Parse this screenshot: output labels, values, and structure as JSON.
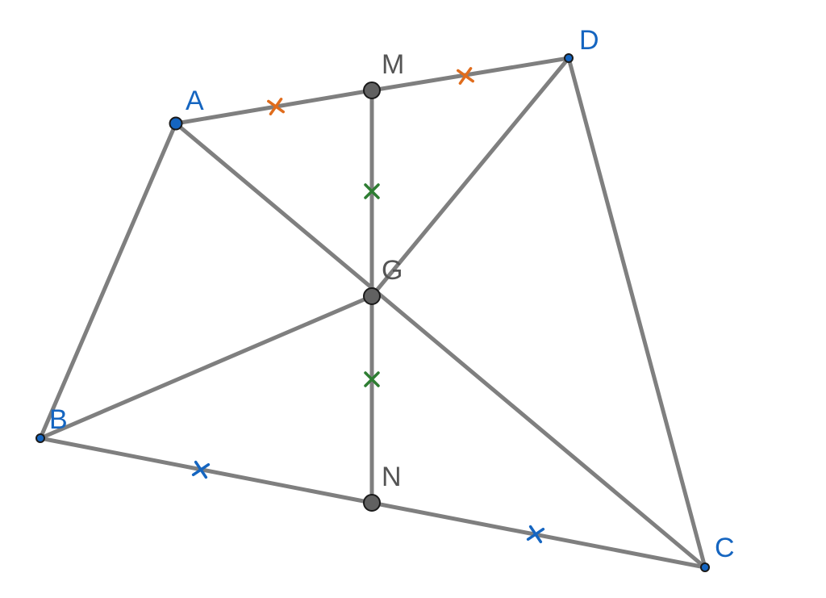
{
  "figure": {
    "colors": {
      "segment": "#7f7f7f",
      "free_point_fill": "#1565c0",
      "free_point_label": "#1565c0",
      "dependent_point_fill": "#616161",
      "dependent_point_label": "#555555",
      "tick_AD": "#e06c1c",
      "tick_MN": "#2e7d32",
      "tick_BC": "#1565c0"
    },
    "points": {
      "A": {
        "label": "A",
        "kind": "free"
      },
      "B": {
        "label": "B",
        "kind": "free"
      },
      "C": {
        "label": "C",
        "kind": "free"
      },
      "D": {
        "label": "D",
        "kind": "free"
      },
      "M": {
        "label": "M",
        "kind": "midpoint"
      },
      "N": {
        "label": "N",
        "kind": "midpoint"
      },
      "G": {
        "label": "G",
        "kind": "intersection"
      }
    },
    "segments": [
      {
        "from": "A",
        "to": "M"
      },
      {
        "from": "M",
        "to": "D"
      },
      {
        "from": "B",
        "to": "N"
      },
      {
        "from": "N",
        "to": "C"
      },
      {
        "from": "A",
        "to": "B"
      },
      {
        "from": "D",
        "to": "C"
      },
      {
        "from": "M",
        "to": "N"
      },
      {
        "from": "A",
        "to": "C"
      },
      {
        "from": "B",
        "to": "G"
      },
      {
        "from": "G",
        "to": "D"
      }
    ],
    "tick_marks": [
      {
        "segment": "AM",
        "group": "AD"
      },
      {
        "segment": "MD",
        "group": "AD"
      },
      {
        "segment": "MG",
        "group": "MN"
      },
      {
        "segment": "GN",
        "group": "MN"
      },
      {
        "segment": "BN",
        "group": "BC"
      },
      {
        "segment": "NC",
        "group": "BC"
      }
    ]
  }
}
